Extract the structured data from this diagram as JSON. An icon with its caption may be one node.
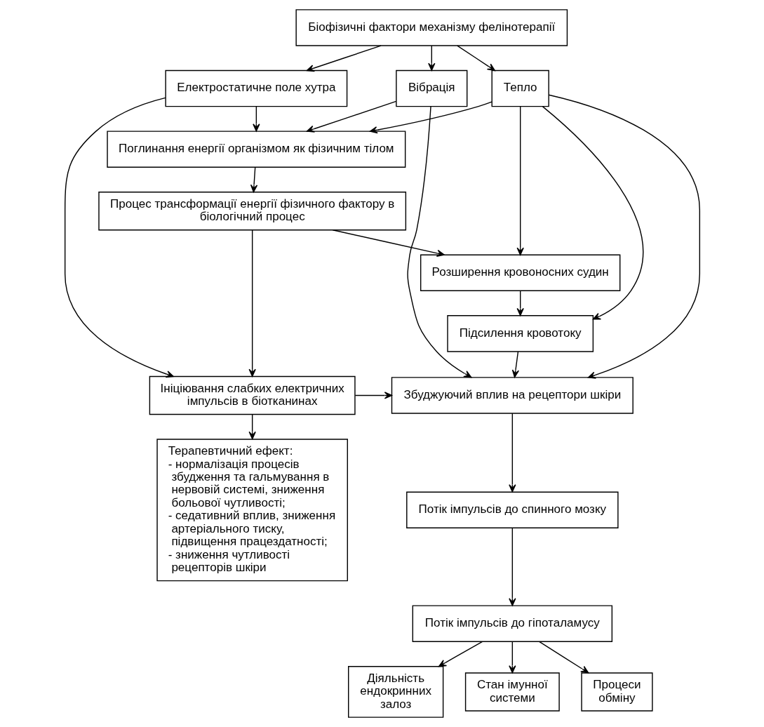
{
  "diagram": {
    "nodes": [
      {
        "text": [
          "Біофізичні фактори механізму фелінотерапії"
        ]
      },
      {
        "text": [
          "Тепло"
        ]
      },
      {
        "text": [
          "Вібрація"
        ]
      },
      {
        "text": [
          "Електростатичне поле хутра"
        ]
      },
      {
        "text": [
          "Поглинання енергії організмом як фізичним тілом"
        ]
      },
      {
        "text": [
          "Процес трансформації енергії фізичного фактору в біологічний процес"
        ]
      },
      {
        "text": [
          "Розширення кровоносних судин"
        ]
      },
      {
        "text": [
          "Підсилення кровотоку"
        ]
      },
      {
        "text": [
          "Збуджуючий вплив на рецептори шкіри"
        ]
      },
      {
        "text": [
          "Ініціювання слабких електричних імпульсів в біотканинах"
        ]
      },
      {
        "text": [
          "Потік імпульсів до спинного мозку"
        ]
      },
      {
        "text": [
          "Потік імпульсів до гіпоталамусу"
        ]
      },
      {
        "text": [
          "Діяльність ендокринних залоз"
        ]
      },
      {
        "text": [
          "Стан імунної системи"
        ]
      },
      {
        "text": [
          "Процеси обміну"
        ]
      },
      {
        "text": [
          "Терапевтичний ефект:",
          "- нормалізація процесів збудження та гальмування в нервовій системі, зниження больової чутливості;",
          "- седативний вплив, зниження артеріального тиску, підвищення працездатності;",
          "- зниження чутливості рецепторів шкіри"
        ]
      }
    ],
    "edges": [
      {
        "from": 0,
        "to": 1,
        "arrow": "to"
      },
      {
        "from": 0,
        "to": 2,
        "arrow": "to"
      },
      {
        "from": 0,
        "to": 3,
        "arrow": "to"
      },
      {
        "from": 1,
        "to": 4,
        "arrow": "to"
      },
      {
        "from": 2,
        "to": 4,
        "arrow": "to"
      },
      {
        "from": 3,
        "to": 4,
        "arrow": "to"
      },
      {
        "from": 2,
        "to": 8,
        "arrow": "to"
      },
      {
        "from": 1,
        "to": 6,
        "arrow": "to"
      },
      {
        "from": 1,
        "to": 7,
        "arrow": "to"
      },
      {
        "from": 1,
        "to": 8,
        "arrow": "to"
      },
      {
        "from": 3,
        "to": 9,
        "arrow": "to"
      },
      {
        "from": 4,
        "to": 5,
        "arrow": "to"
      },
      {
        "from": 5,
        "to": 6,
        "arrow": "to"
      },
      {
        "from": 5,
        "to": 9,
        "arrow": "to"
      },
      {
        "from": 6,
        "to": 7,
        "arrow": "to"
      },
      {
        "from": 7,
        "to": 8,
        "arrow": "to"
      },
      {
        "from": 9,
        "to": 8,
        "arrow": "to"
      },
      {
        "from": 8,
        "to": 10,
        "arrow": "to"
      },
      {
        "from": 10,
        "to": 11,
        "arrow": "to"
      },
      {
        "from": 11,
        "to": 12,
        "arrow": "to"
      },
      {
        "from": 11,
        "to": 13,
        "arrow": "to"
      },
      {
        "from": 11,
        "to": 14,
        "arrow": "to"
      },
      {
        "from": 9,
        "to": 15,
        "arrow": "to"
      }
    ]
  }
}
